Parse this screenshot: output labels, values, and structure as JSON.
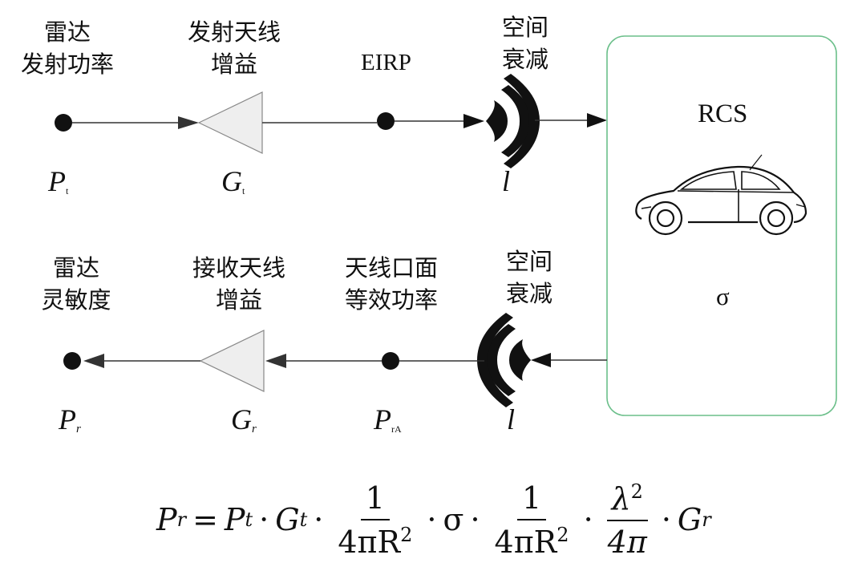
{
  "top_chain": {
    "radar_tx_power_label": "雷达\n发射功率",
    "tx_gain_label": "发射天线\n增益",
    "eirp_label": "EIRP",
    "space_loss_label": "空间\n衰减",
    "pt": {
      "base": "P",
      "sub": "t"
    },
    "gt": {
      "base": "G",
      "sub": "t"
    },
    "loss": "l"
  },
  "target_box": {
    "rcs_label": "RCS",
    "sigma": "σ"
  },
  "bottom_chain": {
    "radar_sensitivity_label": "雷达\n灵敏度",
    "rx_gain_label": "接收天线\n增益",
    "aperture_power_label": "天线口面\n等效功率",
    "space_loss_label": "空间\n衰减",
    "pr": {
      "base": "P",
      "sub": "r"
    },
    "gr": {
      "base": "G",
      "sub": "r"
    },
    "pra": {
      "base": "P",
      "sub": "rA"
    },
    "loss": "l"
  },
  "formula": {
    "lhs": "P",
    "lhs_sub": "r",
    "eq": "=",
    "t1": "P",
    "t1_sub": "t",
    "dot": "·",
    "t2": "G",
    "t2_sub": "t",
    "f1_num": "1",
    "f1_den": "4πR",
    "f1_exp": "2",
    "sigma": "σ",
    "f2_num": "1",
    "f2_den": "4πR",
    "f2_exp": "2",
    "f3_num": "λ",
    "f3_num_exp": "2",
    "f3_den": "4π",
    "t3": "G",
    "t3_sub": "r"
  },
  "colors": {
    "box_border": "#6bbf8a",
    "amp_fill": "#eeeeee",
    "line": "#333333"
  }
}
